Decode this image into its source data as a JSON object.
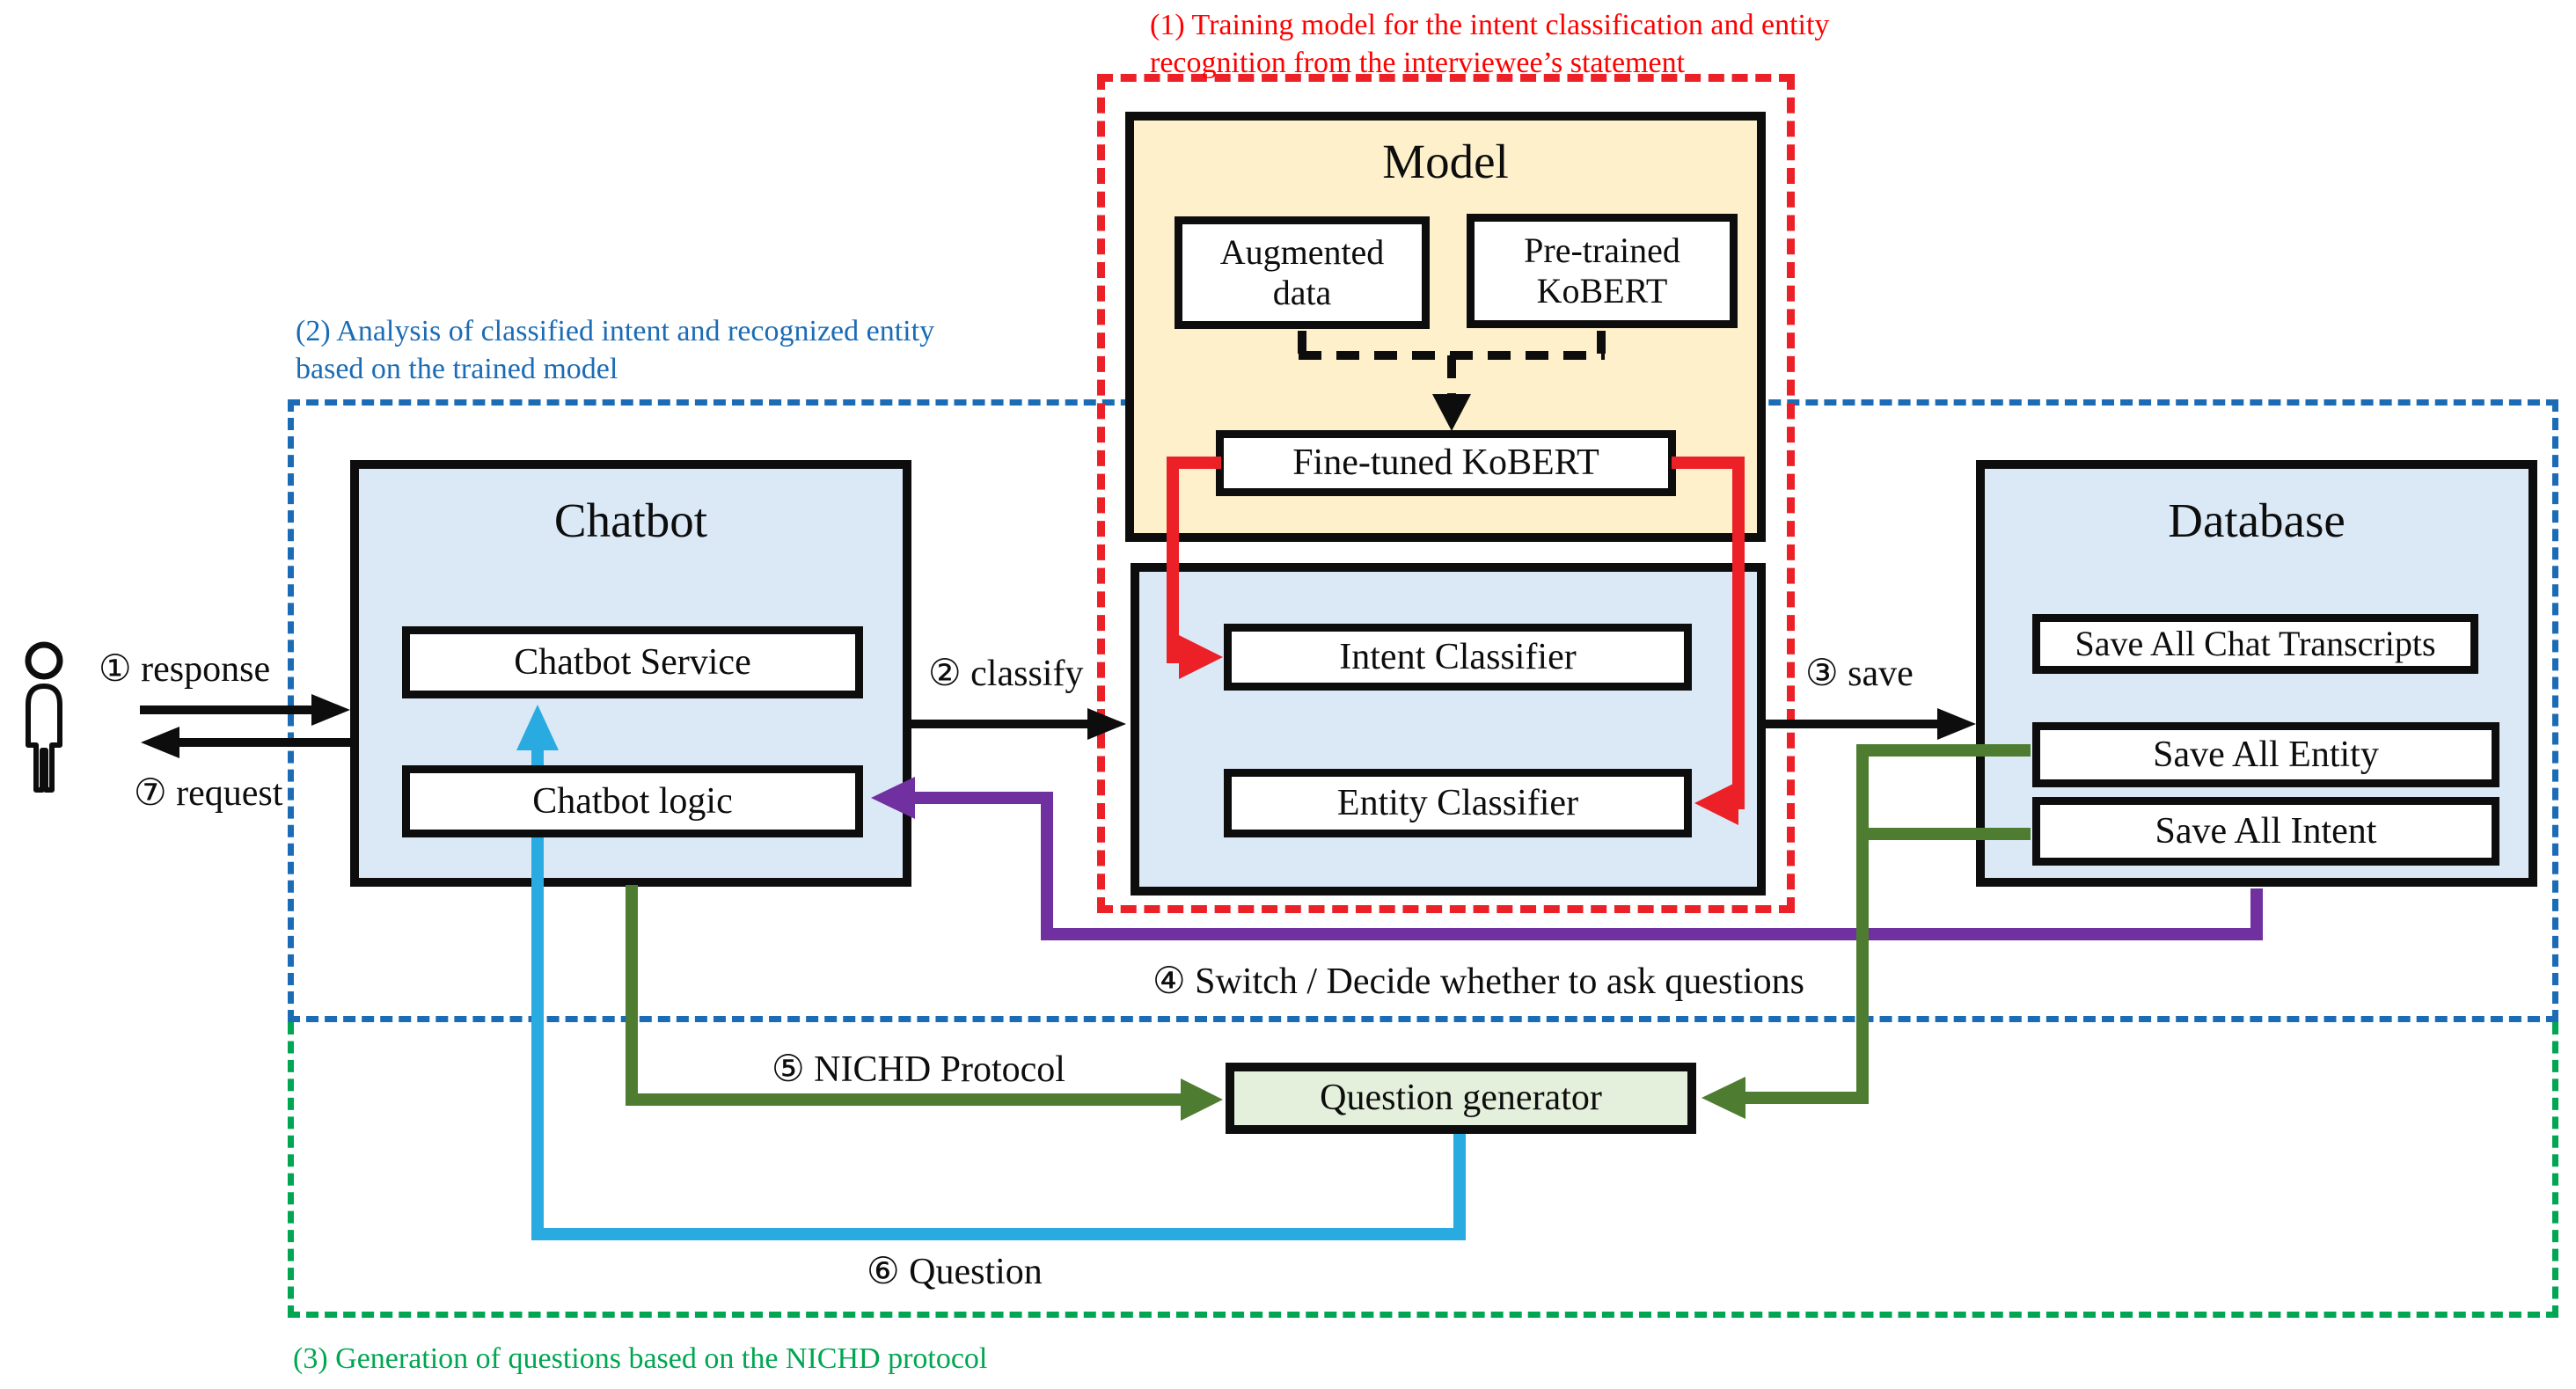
{
  "annotations": {
    "step1": {
      "line1": "(1) Training model for the intent classification and entity",
      "line2": "recognition  from the interviewee’s statement"
    },
    "step2": {
      "line1": "(2) Analysis of classified intent and recognized entity",
      "line2": "based on the trained model"
    },
    "step3": {
      "text": "(3) Generation of questions based on the NICHD protocol"
    }
  },
  "boxes": {
    "chatbot": {
      "title": "Chatbot",
      "service": "Chatbot Service",
      "logic": "Chatbot logic"
    },
    "model": {
      "title": "Model",
      "augmented_line1": "Augmented",
      "augmented_line2": "data",
      "pretrained_line1": "Pre-trained",
      "pretrained_line2": "KoBERT",
      "finetuned": "Fine-tuned KoBERT"
    },
    "classifier": {
      "intent": "Intent Classifier",
      "entity": "Entity Classifier"
    },
    "database": {
      "title": "Database",
      "items": [
        "Save All Chat Transcripts",
        "Save All Entity",
        "Save All Intent"
      ]
    },
    "qgen": {
      "label": "Question generator"
    }
  },
  "flow": {
    "response": "① response",
    "request": "⑦ request",
    "classify": "② classify",
    "save": "③ save",
    "switch": "④ Switch / Decide whether to ask questions",
    "nichd": "⑤ NICHD Protocol",
    "question": "⑥ Question"
  },
  "colors": {
    "light_blue_fill": "#dbe8f5",
    "yellow_fill": "#fdf0ca",
    "light_green_fill": "#e4f0dc",
    "red": "#ec2027",
    "red_text": "#ff0000",
    "blue_dotted": "#1b6cb5",
    "green_dotted": "#00a651",
    "dark_green_arrow": "#4e7d32",
    "purple_arrow": "#70309f",
    "cyan_arrow": "#29abe2",
    "black": "#0d0d0d"
  }
}
